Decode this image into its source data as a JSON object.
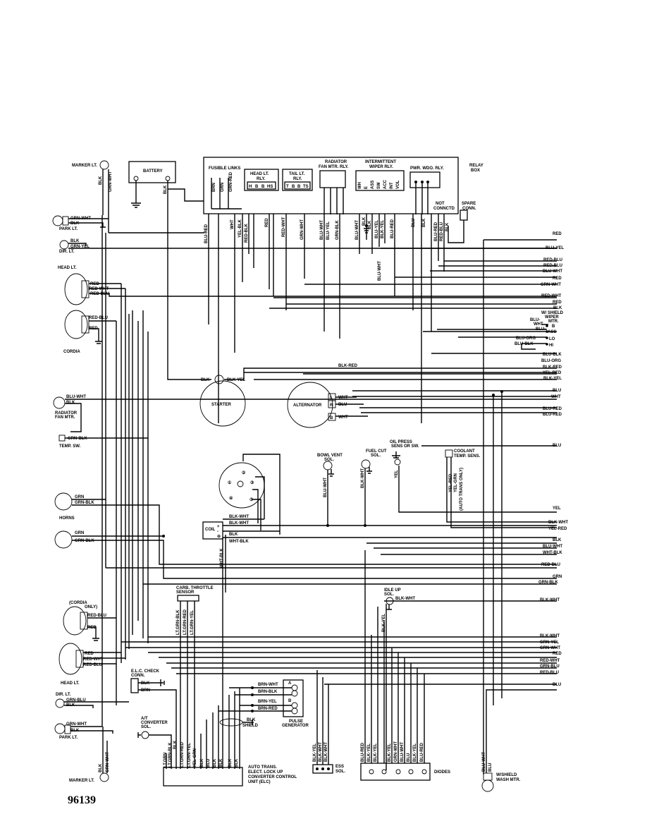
{
  "figure_number": "96139",
  "components": {
    "battery": "BATTERY",
    "fusible_links": "FUSIBLE LINKS",
    "head_lt_rly": [
      "HEAD LT.",
      "RLY."
    ],
    "tail_lt_rly": [
      "TAIL LT.",
      "RLY."
    ],
    "radiator_fan_rly": [
      "RADIATOR",
      "FAN MTR. RLY."
    ],
    "intermittent_wiper_rly": [
      "INTERMITTENT",
      "WIPER RLY."
    ],
    "pwr_wdo_rly": "PWR. WDO. RLY.",
    "relay_box": [
      "RELAY",
      "BOX"
    ],
    "not_connected": [
      "NOT",
      "CONNCTD"
    ],
    "spare_conn": [
      "SPARE",
      "CONN."
    ],
    "marker_lt_top": "MARKER LT.",
    "park_lt_top": "PARK LT.",
    "dir_lt_top": "DIR. LT.",
    "head_lt_top": "HEAD LT.",
    "cordia_top": "CORDIA",
    "radiator_fan_mtr": [
      "RADIATOR",
      "FAN MTR."
    ],
    "temp_sw": "TEMP. SW.",
    "starter": "STARTER",
    "alternator": "ALTERNATOR",
    "horns": "HORNS",
    "coil": "COIL",
    "bowl_vent_sol": [
      "BOWL VENT",
      "SOL."
    ],
    "fuel_cut_sol": [
      "FUEL CUT",
      "SOL."
    ],
    "oil_press_sw": [
      "OIL PRESS",
      "SENS OR SW."
    ],
    "coolant_temp_sens": [
      "COOLANT",
      "TEMP. SENS."
    ],
    "auto_trans_only": "(AUTO TRANS ONLY)",
    "wshield_wiper_mtr": [
      "W/ SHIELD",
      "WIPER",
      "MTR."
    ],
    "carb_throttle_sensor": [
      "CARB. THROTTLE",
      "SENSOR"
    ],
    "idle_up_sol": [
      "IDLE UP",
      "SOL."
    ],
    "cordia_only": [
      "(CORDIA",
      "ONLY)"
    ],
    "head_lt_bottom": "HEAD LT.",
    "elc_check_conn": [
      "E.L.C. CHECK",
      "CONN."
    ],
    "dir_lt_bottom": "DIR. LT.",
    "park_lt_bottom": "PARK LT.",
    "marker_lt_bottom": "MARKER LT.",
    "at_converter_sol": [
      "A/T",
      "CONVERTER",
      "SOL."
    ],
    "pulse_generator": [
      "PULSE",
      "GENERATOR"
    ],
    "shield": "SHIELD",
    "elc_unit": [
      "AUTO TRANS.",
      "ELECT. LOCK UP",
      "CONVERTER CONTROL",
      "UNIT (ELC)"
    ],
    "ess_sol": [
      "ESS",
      "SOL."
    ],
    "diodes": "DIODES",
    "wshield_wash_mtr": [
      "W/SHIELD",
      "WASH MTR."
    ]
  },
  "relay_terminals": {
    "head": [
      "H",
      "B",
      "B",
      "HS"
    ],
    "tail": [
      "T",
      "B",
      "B",
      "TS"
    ],
    "wiper": [
      "WH",
      "E",
      "ASS",
      "SW",
      "ACC",
      "INT",
      "VOL"
    ]
  },
  "right_edge_wires": [
    "RED",
    "BLU-YEL",
    "RED-BLU",
    "RED-BLU",
    "BLU-WHT",
    "RED",
    "GRN-WHT",
    "RED-WHT",
    "RED",
    "BLK",
    "BLU-BLK",
    "BLU-ORG",
    "BLK-RED",
    "YEL-RED",
    "BLK-YEL",
    "BLU",
    "WHT",
    "BLU-RED",
    "BLU-RED",
    "BLU",
    "YEL",
    "BLK-WHT",
    "YEL-RED",
    "BLK",
    "BLU-WHT",
    "WHT-BLK",
    "RED-BLU",
    "GRN",
    "GRN-BLK",
    "BLK-WHT",
    "BLK-WHT",
    "GRN-YEL",
    "GRN-WHT",
    "RED",
    "RED-WHT",
    "GRN-BLU",
    "RED-BLU",
    "BLU"
  ],
  "wiper_motor_terminals": [
    "BLU-",
    "WHT",
    "BLU-",
    "BLU-ORG",
    "BLU-BLK",
    "B",
    "ASS",
    "LO",
    "HI"
  ],
  "left_wire_labels": {
    "marker_top": [
      "BLK",
      "GRN-WHT"
    ],
    "park_top": [
      "GRN-WHT",
      "BLK"
    ],
    "dir_top": [
      "BLK",
      "GRN-YEL"
    ],
    "head_top": [
      "RED",
      "RED-WHT",
      "RED-BLU"
    ],
    "cordia_top": [
      "RED-BLU",
      "RED"
    ],
    "fan": [
      "BLU-WHT",
      "BLK"
    ],
    "temp": "GRN-BLK",
    "horn1": [
      "GRN",
      "GRN-BLK"
    ],
    "horn2": [
      "GRN",
      "GRN-BLK"
    ],
    "cordia_bottom": [
      "RED-BLU",
      "RED"
    ],
    "head_bottom": [
      "RED",
      "RED-WHT",
      "RED-BLU"
    ],
    "dir_bottom": [
      "GRN-BLU",
      "BLK"
    ],
    "park_bottom": [
      "GRN-WHT",
      "BLK"
    ],
    "marker_bottom": [
      "BLK",
      "GRN-WHT"
    ]
  },
  "top_vertical_labels": [
    "BLU-RED",
    "WHT",
    "YEL-BLK",
    "RED-BLK",
    "RED",
    "RED-WHT",
    "GRN-WHT",
    "BLU-WHT",
    "BLU-YEL",
    "GRN-BLK",
    "BLU-WHT",
    "BLK",
    "BLK",
    "BLU-YEL",
    "BLK-YEL",
    "BLU-RED",
    "BLU",
    "BLK",
    "BLU-RED",
    "RED-BLU",
    "BLK"
  ],
  "fusible_link_colors": [
    "BRN",
    "GRN",
    "GRN-RED"
  ],
  "battery_wire": "BLK",
  "starter_wires": [
    "BLK",
    "BLK-YEL"
  ],
  "alternator_terminals": [
    "L",
    "R",
    "B"
  ],
  "alternator_wires": [
    "WHT",
    "BLU",
    "WHT"
  ],
  "blk_red": "BLK-RED",
  "misc_labels": {
    "bowl": "BLU-WHT",
    "fuel": "BLK-WHT",
    "oil": "YEL",
    "coolant": [
      "YEL-RED",
      "YEL-GRN"
    ],
    "blu_wht_mid": "BLU-WHT",
    "coil_wires": [
      "BLK-WHT",
      "BLK-WHT",
      "BLK",
      "WHT-BLK"
    ],
    "coil_terms": [
      "+",
      "-",
      "⊖"
    ],
    "coil_vert": "WHT-BLK",
    "dist_terms": [
      "①",
      "②",
      "③",
      "④"
    ],
    "idle_wire": "BLK-WHT",
    "idle_vert": "BLK-YEL",
    "carb": [
      "LT.GRN-BLK",
      "LT.GRN-RED",
      "LT.GRN-YEL"
    ],
    "elc_check": [
      "BLK",
      "BRN"
    ],
    "pulse_wires": [
      "BRN-WHT",
      "BRN-BLK",
      "BRN-YEL",
      "BRN-RED"
    ],
    "pulse_ab": [
      "A",
      "B"
    ],
    "shield_wire": "BLK",
    "elc_pins": [
      "LT.GRN",
      "BLK",
      "LT.GRN-BLK",
      "BRN",
      "LT.GRN-RED",
      "LT.GRN-YEL",
      "YEL-GRN",
      "BLK",
      "BLU",
      "BLK",
      "BLK",
      "BLK",
      "BLK"
    ],
    "ess_pins": [
      "BLK-YEL",
      "BLK-WHT",
      "BLK-WHT"
    ],
    "diode_pins": [
      "BLU-RED",
      "BLK-YEL",
      "BLK-YEL",
      "BLK-YEL",
      "GRN-WHT",
      "BLU-WHT",
      "BLU",
      "BLK-YEL",
      "BLU-RED"
    ],
    "wash": [
      "BLU-WHT",
      "BLU"
    ]
  }
}
